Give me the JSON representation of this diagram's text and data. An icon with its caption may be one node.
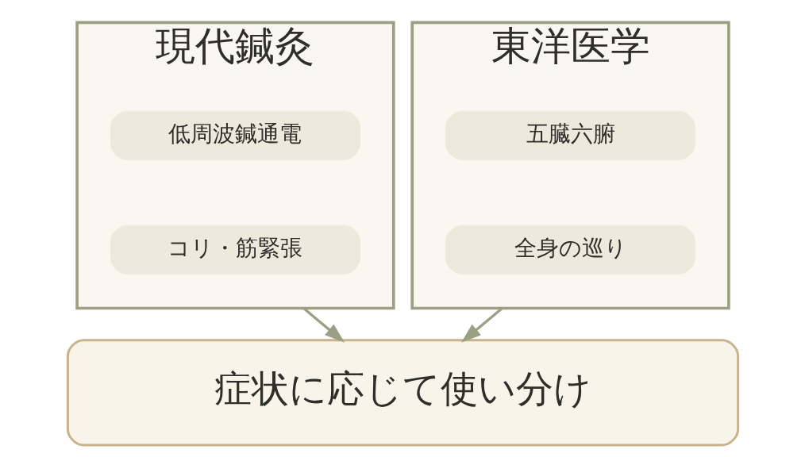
{
  "diagram": {
    "nodes": [
      {
        "text": [
          "現代鍼灸"
        ]
      },
      {
        "text": [
          "低周波鍼通電"
        ],
        "in": 0
      },
      {
        "text": [
          "コリ・筋緊張"
        ],
        "in": 0
      },
      {
        "text": [
          "東洋医学"
        ]
      },
      {
        "text": [
          "五臓六腑"
        ],
        "in": 3
      },
      {
        "text": [
          "全身の巡り"
        ],
        "in": 3
      },
      {
        "text": [
          "症状に応じて使い分け"
        ]
      }
    ],
    "edges": [
      {
        "from": 0,
        "to": 6,
        "arrow": "to"
      },
      {
        "from": 3,
        "to": 6,
        "arrow": "to"
      }
    ]
  }
}
